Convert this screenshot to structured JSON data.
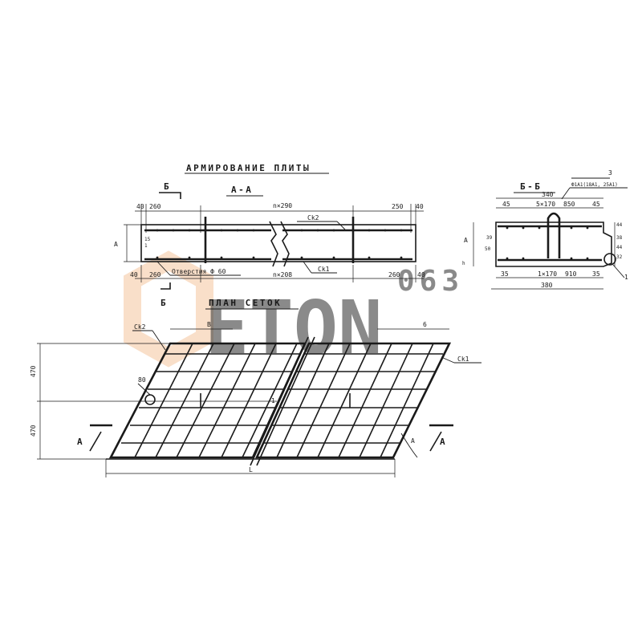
{
  "watermark": {
    "brand": "ETON",
    "digits": "063",
    "brand_color": "#c9c9c9",
    "accent_color": "#f2b98a"
  },
  "section_aa": {
    "heading": "АРМИРОВАНИЕ ПЛИТЫ",
    "cut_label": "А-А",
    "cut_marker": "Б",
    "dims_top": [
      "40",
      "260",
      "n×290",
      "250",
      "40"
    ],
    "dims_bottom": [
      "40",
      "260",
      "n×208",
      "260",
      "40"
    ],
    "height_label": "A",
    "mark_upper": "Сk2",
    "mark_lower": "Ck1",
    "note": "Отверстия Ф 60",
    "small_marks": [
      "15",
      "1"
    ]
  },
  "section_bb": {
    "cut_label": "Б-Б",
    "overall_top": "340",
    "overall_bottom": "380",
    "dims_upper": [
      "45",
      "5×170",
      "850",
      "45"
    ],
    "dims_lower": [
      "35",
      "1×170",
      "910",
      "35"
    ],
    "left_dims": [
      "39",
      "50"
    ],
    "height_label": "h",
    "height_label_alt": "A",
    "right_dims": [
      "44",
      "38",
      "44",
      "32"
    ],
    "callout_num": "3",
    "callout_text": "Ф1А1(18А1, 25А1)",
    "callout_num2": "1"
  },
  "plan": {
    "heading": "ПЛАН СЕТОК",
    "dim_left_top": "470",
    "dim_left_bottom": "470",
    "label_b_left": "B",
    "label_b_right": "6",
    "mark_ck2": "Ck2",
    "mark_ck1": "Ck1",
    "hole_dim": "80",
    "length_label": "L",
    "cut_left": "A",
    "cut_right": "A",
    "angle_label": "A",
    "break_label": "1"
  }
}
